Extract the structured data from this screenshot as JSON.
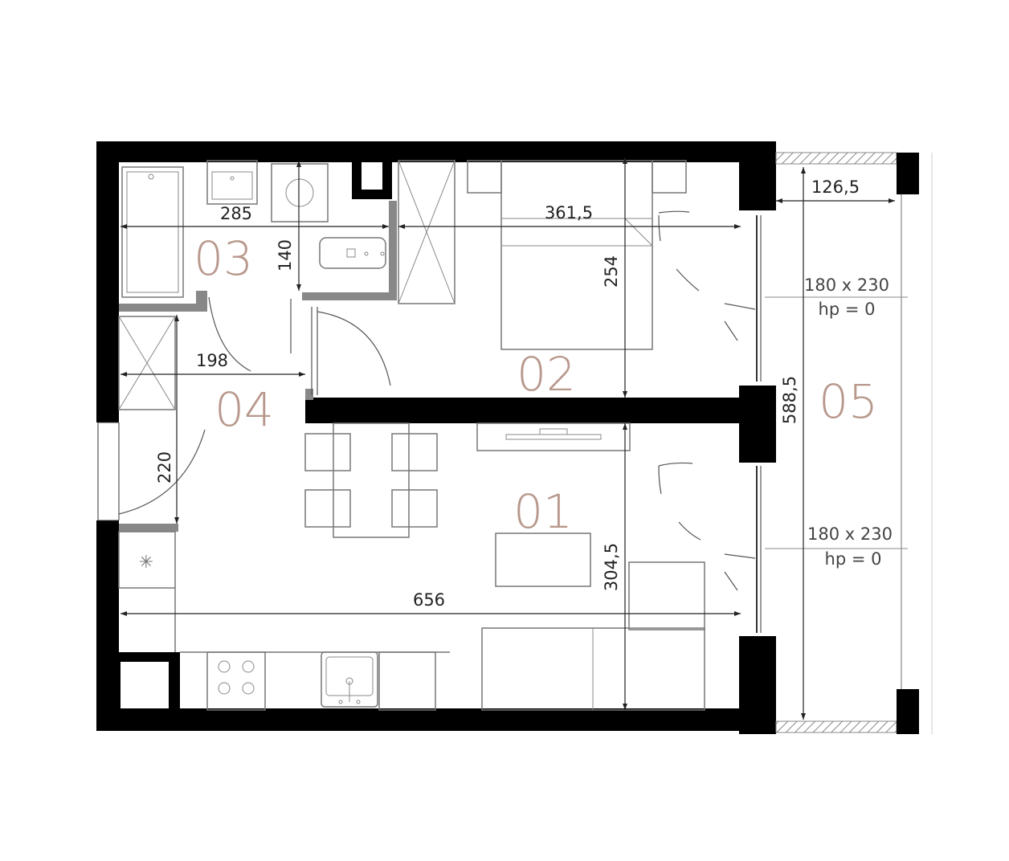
{
  "rooms": [
    {
      "id": "01",
      "label": "01"
    },
    {
      "id": "02",
      "label": "02"
    },
    {
      "id": "03",
      "label": "03"
    },
    {
      "id": "04",
      "label": "04"
    },
    {
      "id": "05",
      "label": "05"
    }
  ],
  "dimensions": {
    "d_285": "285",
    "d_140": "140",
    "d_361_5": "361,5",
    "d_254": "254",
    "d_126_5": "126,5",
    "d_198": "198",
    "d_220": "220",
    "d_588_5": "588,5",
    "d_304_5": "304,5",
    "d_656": "656"
  },
  "windows": [
    {
      "size": "180 x 230",
      "hp": "hp = 0"
    },
    {
      "size": "180 x 230",
      "hp": "hp = 0"
    }
  ],
  "colors": {
    "room_label": "#b8988c",
    "wall": "#000000",
    "partition": "#888888"
  }
}
